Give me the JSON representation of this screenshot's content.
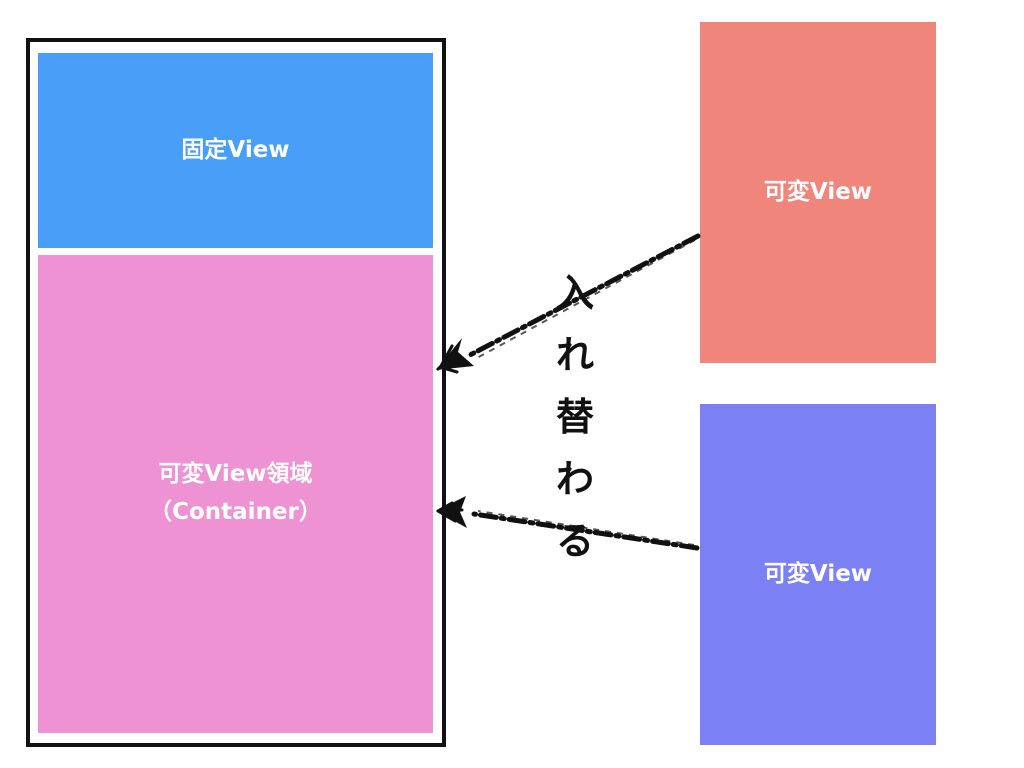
{
  "colors": {
    "frame": "#111111",
    "fixed_view": "#499ef7",
    "container": "#ee92d3",
    "variable_view_red": "#ef857b",
    "variable_view_blue": "#7c80f5",
    "arrow": "#111111",
    "label_text": "#ffffff"
  },
  "fixed_view": {
    "label": "固定View"
  },
  "container": {
    "label": "可変View領域\n（Container）"
  },
  "variable_views": [
    {
      "label": "可変View"
    },
    {
      "label": "可変View"
    }
  ],
  "swap_label": {
    "chars": [
      "入",
      "れ",
      "替",
      "わ",
      "る"
    ]
  }
}
